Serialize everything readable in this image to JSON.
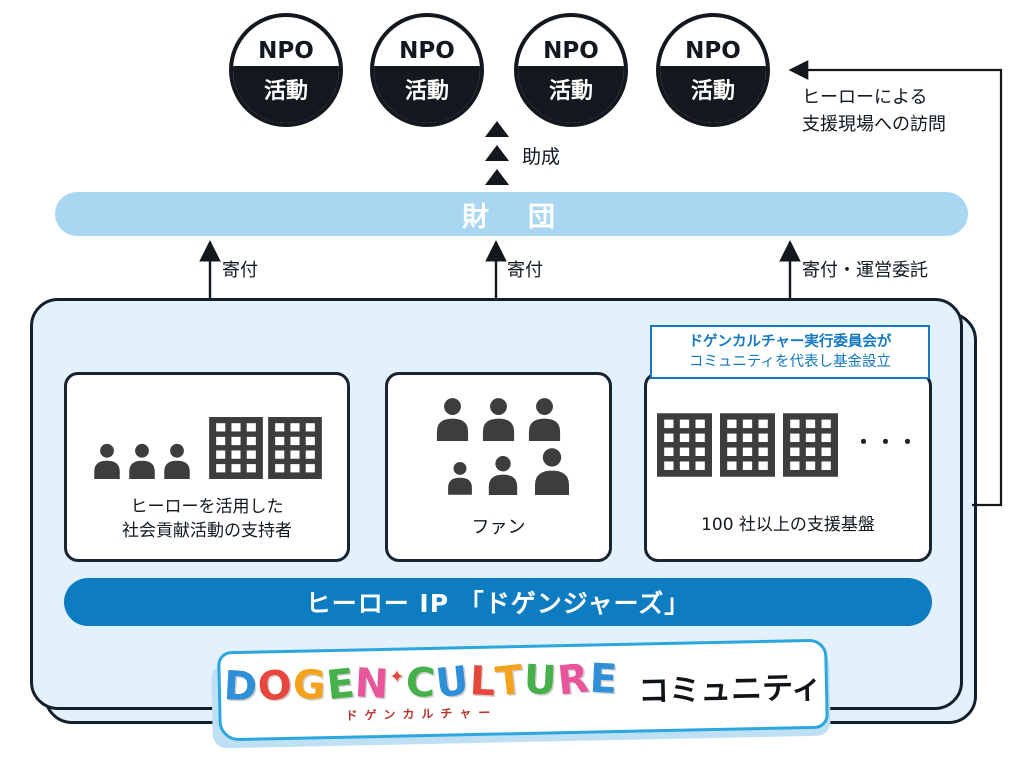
{
  "npo_circles": [
    {
      "top": "NPO",
      "bottom": "活動"
    },
    {
      "top": "NPO",
      "bottom": "活動"
    },
    {
      "top": "NPO",
      "bottom": "活動"
    },
    {
      "top": "NPO",
      "bottom": "活動"
    }
  ],
  "grant": {
    "label": "助成"
  },
  "foundation": {
    "label": "財　団"
  },
  "donations": [
    {
      "label": "寄付"
    },
    {
      "label": "寄付"
    },
    {
      "label": "寄付・運営委託"
    }
  ],
  "hero_visit_note": {
    "line1": "ヒーローによる",
    "line2": "支援現場への訪問"
  },
  "community": {
    "supporters": {
      "line1": "ヒーローを活用した",
      "line2": "社会貢献活動の支持者"
    },
    "fans": {
      "label": "ファン"
    },
    "companies": {
      "label": "100 社以上の支援基盤",
      "dots": "・・・"
    },
    "committee_note": {
      "line1": "ドゲンカルチャー実行委員会が",
      "line2": "コミュニティを代表し基金設立"
    },
    "hero_ip": {
      "label": "ヒーロー IP 「ドゲンジャーズ」"
    }
  },
  "banner": {
    "logo_letters": [
      {
        "ch": "D",
        "color": "#2f90d9"
      },
      {
        "ch": "O",
        "color": "#e8453c"
      },
      {
        "ch": "G",
        "color": "#f5a21b"
      },
      {
        "ch": "E",
        "color": "#46b04a"
      },
      {
        "ch": "N",
        "color": "#e8559a"
      },
      {
        "ch": "✦",
        "color": "#e8453c"
      },
      {
        "ch": "C",
        "color": "#46b04a"
      },
      {
        "ch": "U",
        "color": "#2f90d9"
      },
      {
        "ch": "L",
        "color": "#e8453c"
      },
      {
        "ch": "T",
        "color": "#f5a21b"
      },
      {
        "ch": "U",
        "color": "#46b04a"
      },
      {
        "ch": "R",
        "color": "#e8559a"
      },
      {
        "ch": "E",
        "color": "#2f90d9"
      }
    ],
    "logo_sub": "ドゲンカルチャー",
    "community_label": "コミュニティ"
  },
  "colors": {
    "foundation_band": "#a9d6f1",
    "community_fill": "#e2f1fb",
    "hero_ip_band": "#0d7cc1",
    "committee_note_blue": "#1479bf",
    "outline": "#12202b",
    "banner_border": "#2ba6de",
    "icon_gray": "#3d3d3d"
  }
}
